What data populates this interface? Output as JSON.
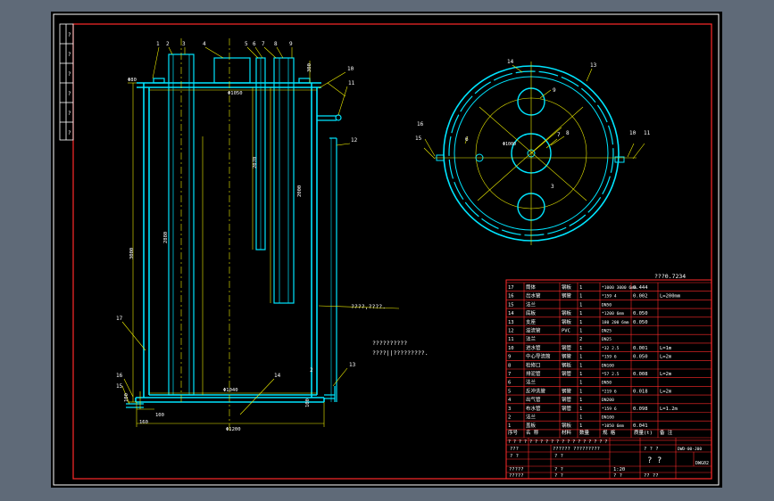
{
  "drawing": {
    "colors": {
      "background": "#000000",
      "frame": "#ffffff",
      "border": "#ff2a2a",
      "wall": "#00e5ff",
      "dimension": "#f0f000",
      "text": "#ffffff"
    },
    "front_view": {
      "part_numbers": [
        "1",
        "2",
        "3",
        "4",
        "5",
        "6",
        "7",
        "8",
        "9"
      ],
      "right_numbers": [
        "10",
        "11",
        "12"
      ],
      "left_numbers": [
        "17",
        "16",
        "15"
      ],
      "bottom_numbers": [
        "14",
        "13"
      ],
      "dims": {
        "top_inner": "Φ1050",
        "top_left": "Φ80",
        "top_right": "300",
        "height_total": "3000",
        "height_inner": "2880",
        "pipe_long": "2070",
        "pipe_mid": "2000",
        "bottom_inner": "Φ1040",
        "bottom_outer": "Φ1200",
        "base_w": "160",
        "base_h": "100",
        "left_small": "100",
        "right_small": "100",
        "center_tag": "2"
      },
      "notes": {
        "note1": "????,????.",
        "note2_line1": "??????????",
        "note2_line2": "????||?????????."
      }
    },
    "plan_view": {
      "numbers": {
        "n14": "14",
        "n13": "13",
        "n9": "9",
        "n8": "8",
        "n7": "7",
        "n6": "6",
        "n3": "3",
        "n16": "16",
        "n15": "15",
        "n10": "10",
        "n11": "11"
      },
      "dim": "Φ1000"
    },
    "title_ratio": "???0.7234",
    "bom": {
      "rows": [
        {
          "no": "17",
          "name": "筒体",
          "mat": "钢板",
          "qty": "1",
          "spec": "*1000 3000 6mm",
          "w": "0.444",
          "note": ""
        },
        {
          "no": "16",
          "name": "出水管",
          "mat": "钢管",
          "qty": "1",
          "spec": "*159 4",
          "w": "0.002",
          "note": "L=200mm"
        },
        {
          "no": "15",
          "name": "法兰",
          "mat": "",
          "qty": "1",
          "spec": "DN50",
          "w": "",
          "note": ""
        },
        {
          "no": "14",
          "name": "底板",
          "mat": "钢板",
          "qty": "1",
          "spec": "*1200 6mm",
          "w": "0.050",
          "note": ""
        },
        {
          "no": "13",
          "name": "支座",
          "mat": "钢板",
          "qty": "1",
          "spec": "180 200 6mm",
          "w": "0.050",
          "note": ""
        },
        {
          "no": "12",
          "name": "溢流管",
          "mat": "PVC",
          "qty": "1",
          "spec": "DN25",
          "w": "",
          "note": ""
        },
        {
          "no": "11",
          "name": "法兰",
          "mat": "",
          "qty": "2",
          "spec": "DN25",
          "w": "",
          "note": ""
        },
        {
          "no": "10",
          "name": "进水管",
          "mat": "钢管",
          "qty": "1",
          "spec": "*32 2.5",
          "w": "0.001",
          "note": "L=1m"
        },
        {
          "no": "9",
          "name": "中心导流筒",
          "mat": "钢管",
          "qty": "1",
          "spec": "*159 6",
          "w": "0.050",
          "note": "L=2m"
        },
        {
          "no": "8",
          "name": "检修口",
          "mat": "钢板",
          "qty": "1",
          "spec": "DN100",
          "w": "",
          "note": ""
        },
        {
          "no": "7",
          "name": "排泥管",
          "mat": "钢管",
          "qty": "1",
          "spec": "*57 2.5",
          "w": "0.008",
          "note": "L=2m"
        },
        {
          "no": "6",
          "name": "法兰",
          "mat": "",
          "qty": "1",
          "spec": "DN50",
          "w": "",
          "note": ""
        },
        {
          "no": "5",
          "name": "反冲洗管",
          "mat": "钢管",
          "qty": "1",
          "spec": "*219 6",
          "w": "0.018",
          "note": "L=2m"
        },
        {
          "no": "4",
          "name": "出气管",
          "mat": "钢管",
          "qty": "1",
          "spec": "DN200",
          "w": "",
          "note": ""
        },
        {
          "no": "3",
          "name": "布水管",
          "mat": "钢管",
          "qty": "1",
          "spec": "*159 6",
          "w": "0.098",
          "note": "L=1.2m"
        },
        {
          "no": "2",
          "name": "法兰",
          "mat": "",
          "qty": "1",
          "spec": "DN100",
          "w": "",
          "note": ""
        },
        {
          "no": "1",
          "name": "盖板",
          "mat": "钢板",
          "qty": "1",
          "spec": "*1050 6mm",
          "w": "0.041",
          "note": ""
        }
      ],
      "header": [
        "序号",
        "名 称",
        "材料",
        "数量",
        "规 格",
        "质量(t)",
        "备 注"
      ],
      "title_block": {
        "r1_a": "???",
        "r1_b": "?????? ?????????",
        "r1_c": "? ? ?",
        "r1_d": "DWD-00-J00",
        "big": "? ?",
        "r2_a": "? ?",
        "r2_b": "? ?",
        "r3_a": "?????",
        "r3_b": "? ?",
        "r3_c": "1:20",
        "r4_a": "?????",
        "r4_b": "? ?",
        "r4_c": "? ?",
        "r4_d": "??  ??",
        "corner": "DWG02",
        "stars": "? ? ? ? ? ? ? ? ? ? ? ? ? ? ? ? ? ? ?"
      }
    },
    "side_strip": [
      "?",
      "?",
      "?",
      "?",
      "?",
      "?"
    ]
  }
}
